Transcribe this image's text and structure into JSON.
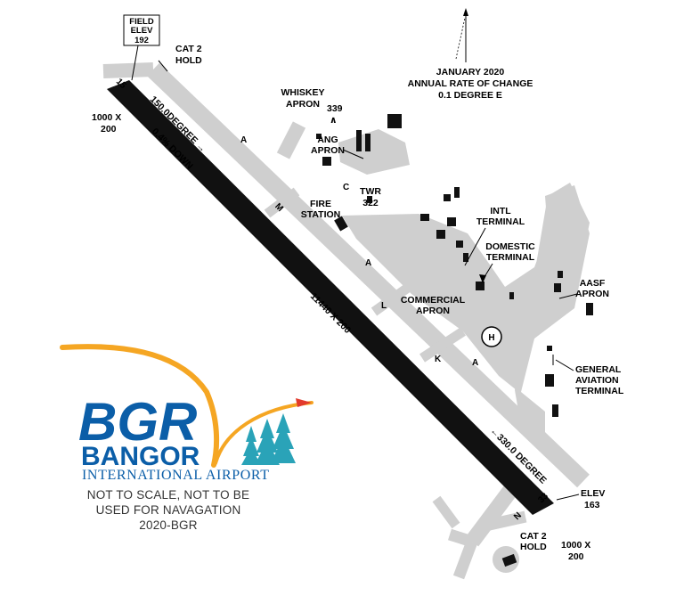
{
  "labels": {
    "field_elev": [
      "FIELD",
      "ELEV",
      "192"
    ],
    "cat2_hold_nw": [
      "CAT 2",
      "HOLD"
    ],
    "cat2_hold_se": [
      "CAT 2",
      "HOLD"
    ],
    "dims_nw": [
      "1000 X",
      "200"
    ],
    "dims_se": [
      "1000 X",
      "200"
    ],
    "heading_nw": "150.0DEGREE →",
    "slope": "0.4% DOWN",
    "heading_se": "←330.0 DEGREE",
    "runway_dims": "11440 X 200",
    "rwy_end_nw": "15",
    "rwy_end_se": "33",
    "elev_se": [
      "ELEV",
      "163"
    ],
    "whiskey_apron": [
      "WHISKEY",
      "APRON"
    ],
    "ang_apron": [
      "ANG",
      "APRON"
    ],
    "obstacle": "339",
    "twr": [
      "TWR",
      "322"
    ],
    "fire_station": [
      "FIRE",
      "STATION"
    ],
    "intl_terminal": [
      "INTL",
      "TERMINAL"
    ],
    "domestic_terminal": [
      "DOMESTIC",
      "TERMINAL"
    ],
    "aasf_apron": [
      "AASF",
      "APRON"
    ],
    "commercial_apron": [
      "COMMERCIAL",
      "APRON"
    ],
    "ga_terminal": [
      "GENERAL",
      "AVIATION",
      "TERMINAL"
    ],
    "variation": [
      "JANUARY 2020",
      "ANNUAL RATE OF CHANGE",
      "0.1 DEGREE E"
    ],
    "heliport": "H"
  },
  "taxiways": {
    "a1": "A",
    "a2": "A",
    "a3": "A",
    "c": "C",
    "m": "M",
    "l": "L",
    "k": "K",
    "n": "N"
  },
  "brand": {
    "logo_main": "BGR",
    "logo_sub": "BANGOR",
    "logo_line": "INTERNATIONAL AIRPORT",
    "colors": {
      "blue": "#0b5ea8",
      "teal": "#2aa3b8",
      "orange": "#f5a623",
      "red": "#e23a2c"
    }
  },
  "disclaimer": [
    "NOT TO SCALE, NOT TO BE",
    "USED FOR NAVAGATION",
    "2020-BGR"
  ]
}
